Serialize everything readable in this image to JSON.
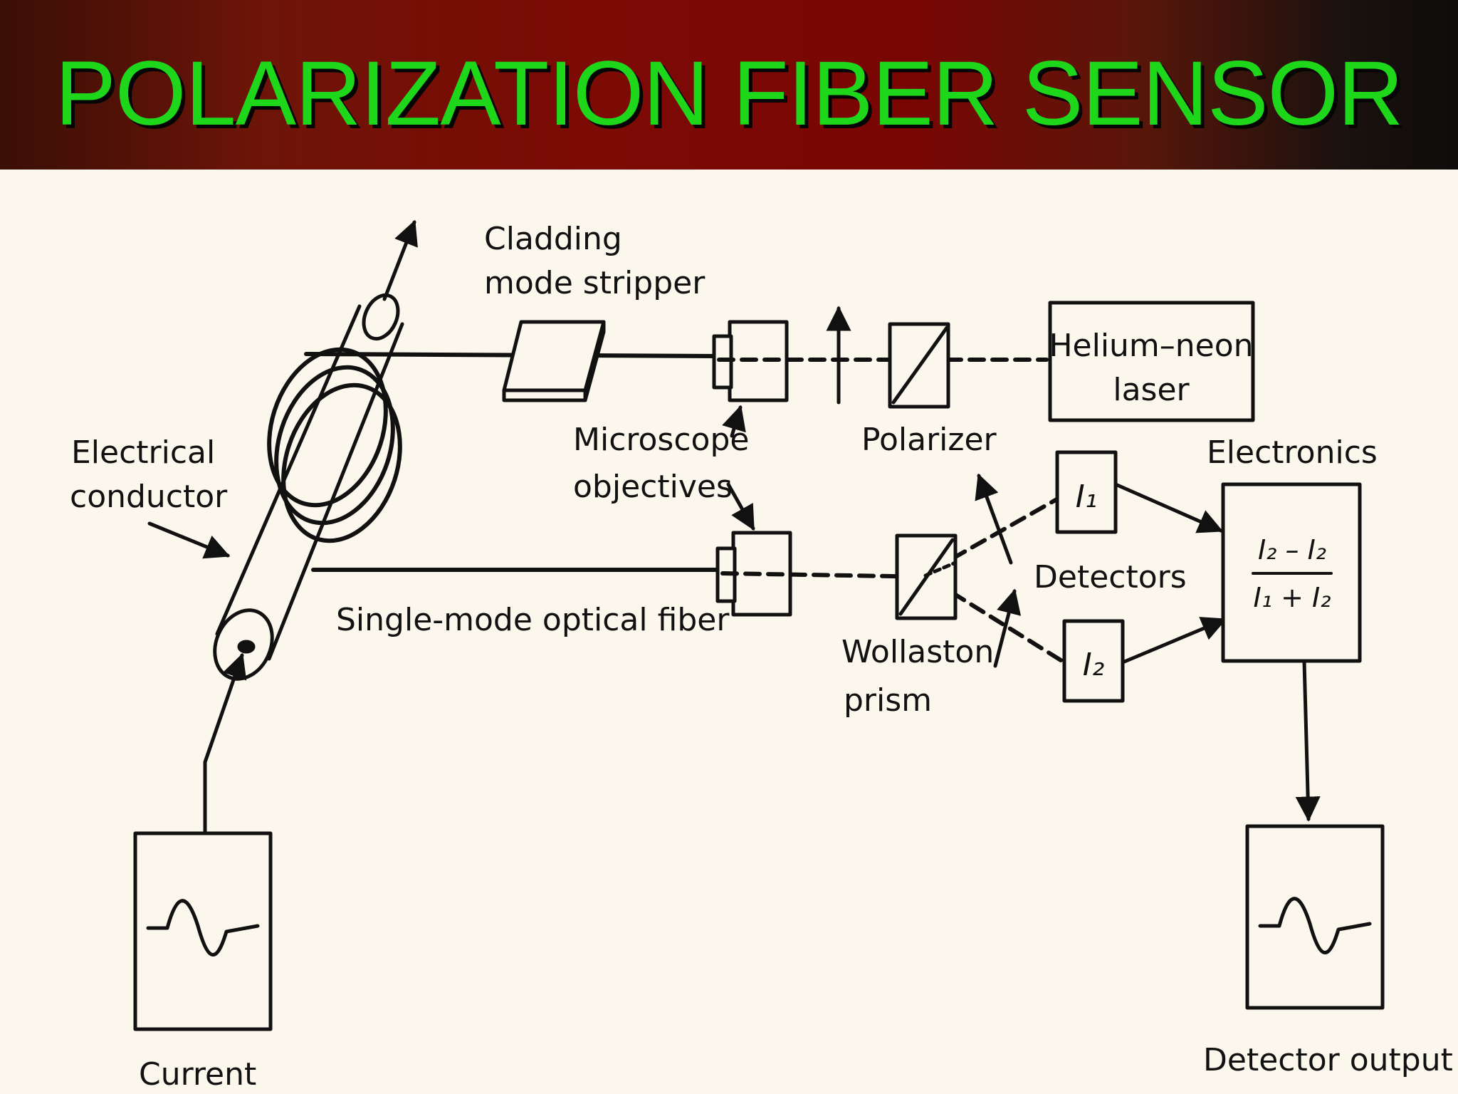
{
  "slide": {
    "title": "POLARIZATION FIBER SENSOR"
  },
  "diagram": {
    "labels": {
      "cladding_line1": "Cladding",
      "cladding_line2": "mode stripper",
      "helium_line1": "Helium–neon",
      "helium_line2": "laser",
      "microscope_line1": "Microscope",
      "microscope_line2": "objectives",
      "polarizer": "Polarizer",
      "electronics": "Electronics",
      "electrical_line1": "Electrical",
      "electrical_line2": "conductor",
      "detectors": "Detectors",
      "single_mode_fiber": "Single-mode optical fiber",
      "wollaston_line1": "Wollaston",
      "wollaston_line2": "prism",
      "current": "Current",
      "detector_output": "Detector output",
      "i1": "I₁",
      "i2": "I₂",
      "formula_num": "I₂ – I₂",
      "formula_den": "I₁ + I₂"
    }
  }
}
